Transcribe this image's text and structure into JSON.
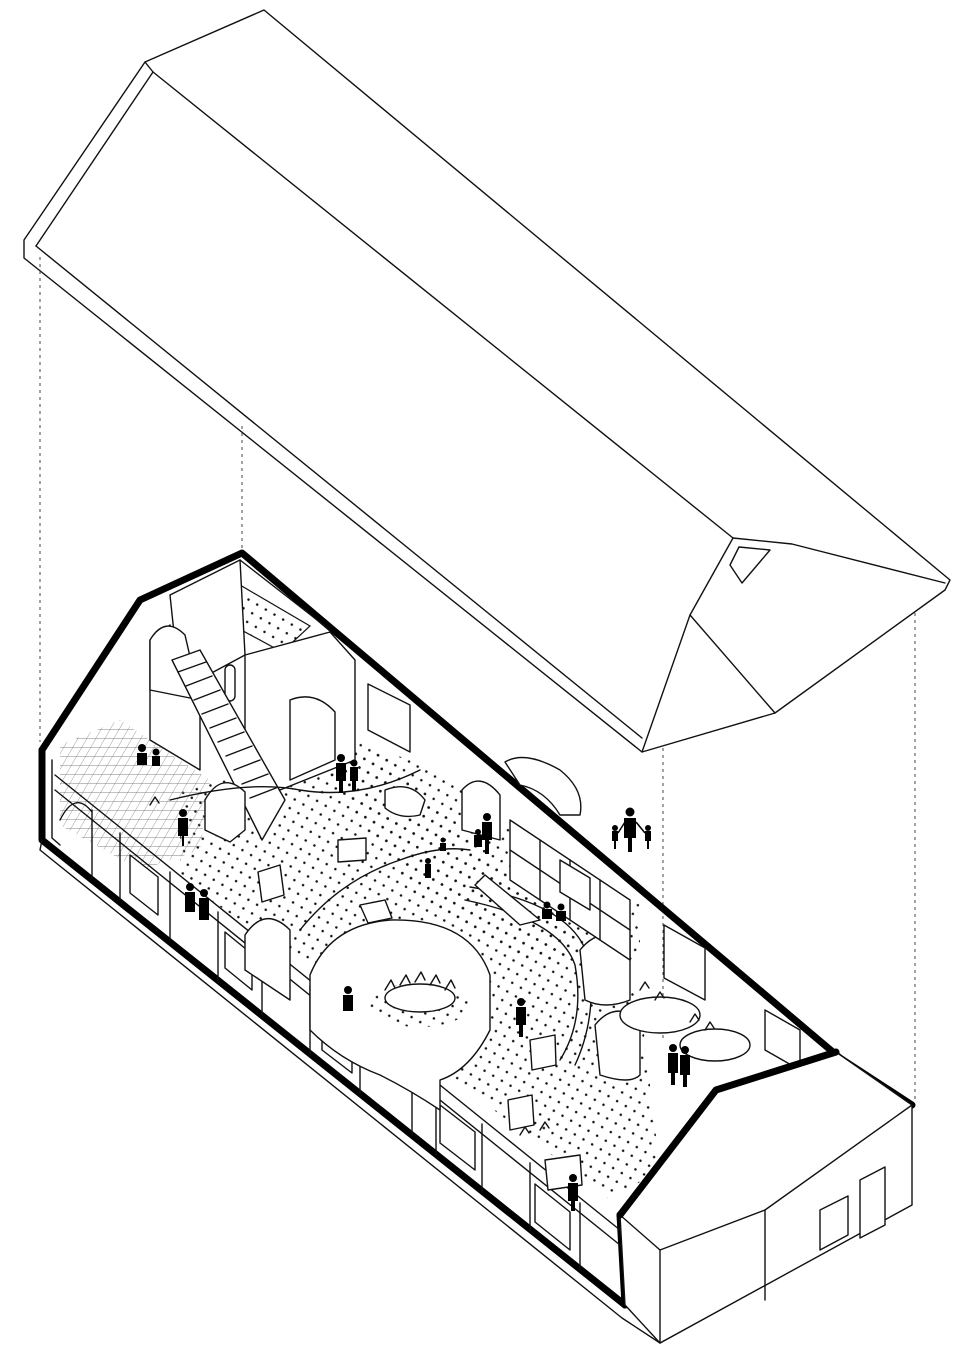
{
  "diagram": {
    "type": "exploded-axonometric-line-drawing",
    "text_labels": [],
    "colors": {
      "line": "#111111",
      "background": "#ffffff",
      "silhouettes": "#000000"
    },
    "components": [
      "roof-shell",
      "building-section-outline",
      "dotted-floor",
      "grid-tiled-floor",
      "staircase",
      "curved-partitions",
      "windows",
      "people-silhouettes",
      "end-gable-wall",
      "projection-lines"
    ]
  }
}
